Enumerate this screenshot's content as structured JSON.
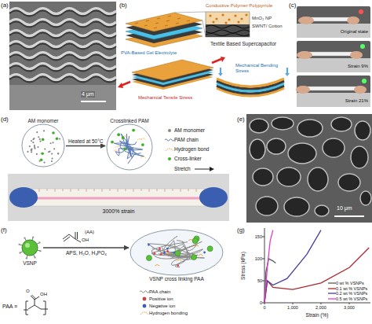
{
  "diagram": {
    "nodes": [
      {
        "text": [
          "AM monomer"
        ]
      },
      {
        "text": [
          "Crosslinked PAM"
        ]
      },
      {
        "text": [
          "VSNP"
        ]
      },
      {
        "text": [
          "VSNP cross linking PAA"
        ]
      }
    ],
    "edges": [
      {
        "from": 0,
        "to": 1,
        "arrow": "to",
        "label": "Heated at 50°C"
      },
      {
        "from": 2,
        "to": 3,
        "arrow": "to",
        "label": "APS, H₂O, H₃PO₄"
      }
    ],
    "labels": [
      "(a)",
      "4 μm",
      "(b)",
      "Conductive Polymer Polypyrrole",
      "MnO₂ NP",
      "SWNT/ Cotton",
      "PVA-Based Gel Electrolyte",
      "Textile Based Supercapacitor",
      "Mechanical Tensile Stress",
      "Mechanical Bending Stress",
      "(c)",
      "Original state",
      "Strain 9%",
      "Strain 21%",
      "(d)",
      "Stretch",
      "3000% strain",
      "(e)",
      "10 μm",
      "(f)",
      "(AA)",
      "OH",
      "PAA ≡",
      "O",
      "OH",
      "(g)",
      "Stress (kPa)",
      "Strain (%)",
      "0",
      "50",
      "100",
      "150",
      "0",
      "1,000",
      "2,000",
      "3,000"
    ],
    "legend": [
      {
        "text": "AM monomer"
      },
      {
        "text": "PAM chain"
      },
      {
        "text": "Hydrogen bond"
      },
      {
        "text": "Cross-linker"
      },
      {
        "text": "PAA chain"
      },
      {
        "text": "Positive ion"
      },
      {
        "text": "Negative ion"
      },
      {
        "text": "Hydrogen bonding"
      },
      {
        "text": "0 wt % VSNPs"
      },
      {
        "text": "0.1 wt % VSNPs"
      },
      {
        "text": "0.2 wt % VSNPs"
      },
      {
        "text": "0.5 wt % VSNPs"
      }
    ]
  }
}
